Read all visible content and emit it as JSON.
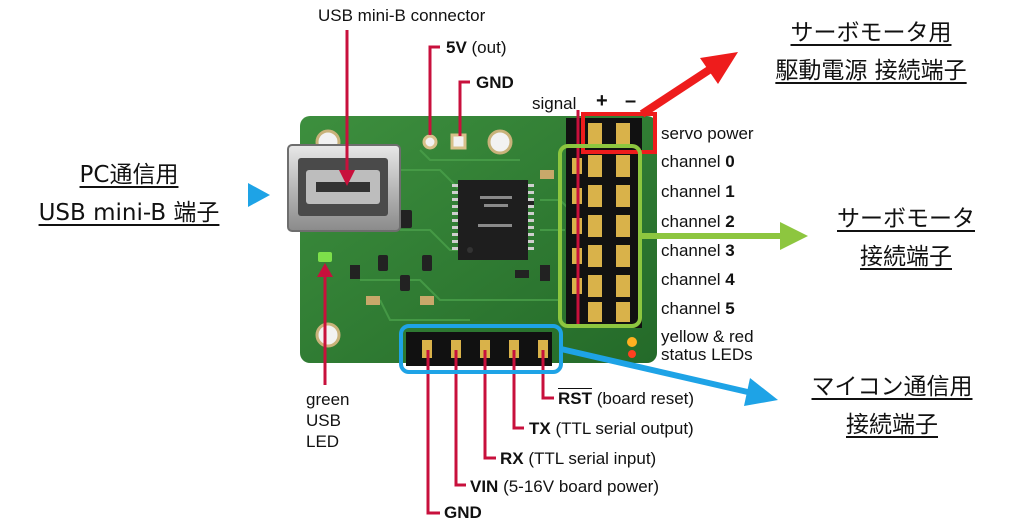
{
  "labels": {
    "usb_connector": "USB mini-B connector",
    "v5_bold": "5V",
    "v5_rest": " (out)",
    "gnd_top": "GND",
    "signal": "signal",
    "plus": "+",
    "minus": "–",
    "servo_power": "servo power",
    "channel_word": "channel ",
    "channels": [
      "0",
      "1",
      "2",
      "3",
      "4",
      "5"
    ],
    "status_leds_line1": "yellow & red",
    "status_leds_line2": "status LEDs",
    "green_usb_led": [
      "green",
      "USB",
      "LED"
    ],
    "rst_bold": "RST",
    "rst_rest": " (board reset)",
    "tx_bold": "TX",
    "tx_rest": " (TTL serial output)",
    "rx_bold": "RX",
    "rx_rest": " (TTL serial input)",
    "vin_bold": "VIN",
    "vin_rest": " (5-16V board power)",
    "gnd_bottom": "GND"
  },
  "japanese": {
    "servo_power_line1": "サーボモータ用",
    "servo_power_line2": "駆動電源 接続端子",
    "servo_line1": "サーボモータ",
    "servo_line2": "接続端子",
    "pc_line1": "PC通信用",
    "pc_line2": "USB mini-B 端子",
    "mcu_line1": "マイコン通信用",
    "mcu_line2": "接続端子"
  },
  "colors": {
    "pointer": "#c8103c",
    "red_arrow": "#ee1c1c",
    "green_arrow": "#8dc63f",
    "blue_arrow": "#1ea3e6",
    "board": "#2f7a32"
  }
}
